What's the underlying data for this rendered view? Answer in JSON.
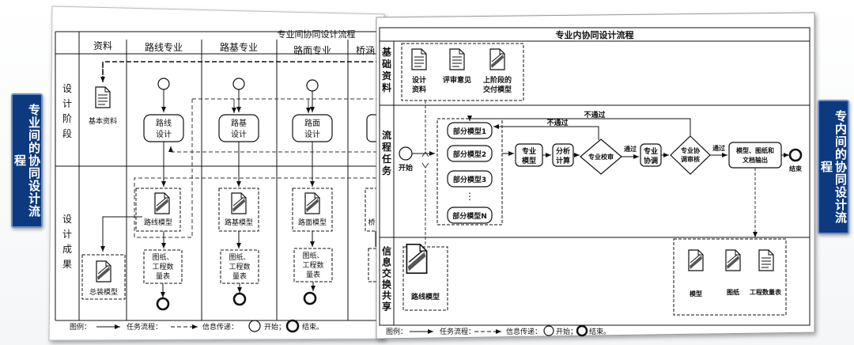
{
  "left_label": "专业间的协同设计流程",
  "right_label": "专内间的协同设计流程",
  "left_panel": {
    "title": "专业间协同设计流程",
    "columns": [
      "资料",
      "路线专业",
      "路基专业",
      "路面专业",
      "桥涵"
    ],
    "rows": [
      "设计阶段",
      "设计成果"
    ],
    "basic_material": "基本资料",
    "design_boxes": [
      [
        "路线",
        "设计"
      ],
      [
        "路基",
        "设计"
      ],
      [
        "路面",
        "设计"
      ]
    ],
    "model_boxes": [
      "路线模型",
      "路基模型",
      "路面模型",
      "桥"
    ],
    "drawing_texts": [
      [
        "图纸、",
        "工程数",
        "量表"
      ],
      [
        "图纸、",
        "工程数",
        "量表"
      ],
      [
        "图纸、",
        "工程数",
        "量表"
      ]
    ],
    "assembly_model": "总装模型",
    "legend": {
      "label": "图例：",
      "task": "任务流程：",
      "info": "信息传递：",
      "start": "开始；",
      "end": "结束。"
    }
  },
  "right_panel": {
    "title": "专业内协同设计流程",
    "rows": [
      "基础资料",
      "流程任务",
      "信息交换共享"
    ],
    "top_docs": [
      [
        "设计",
        "资料"
      ],
      [
        "评审意见"
      ],
      [
        "上阶段的",
        "交付模型"
      ]
    ],
    "start": "开始",
    "partial_models": [
      "部分模型1",
      "部分模型2",
      "部分模型3",
      "部分模型N"
    ],
    "dots": "⋮",
    "steps": {
      "model": [
        "专业",
        "模型"
      ],
      "analysis": [
        "分析",
        "计算"
      ],
      "check": "专业校审",
      "coord": [
        "专业",
        "协调"
      ],
      "review": [
        "专业协",
        "调审核"
      ],
      "output": [
        "模型、图纸和",
        "文档输出"
      ],
      "end": "结束"
    },
    "pass": "通过",
    "fail": "不通过",
    "route_model": "路线模型",
    "outputs": [
      "模型",
      "图纸",
      "工程数量表"
    ],
    "legend": {
      "label": "图例：",
      "task": "任务流程：",
      "info": "信息传递：",
      "start": "开始；",
      "end": "结束。"
    }
  }
}
